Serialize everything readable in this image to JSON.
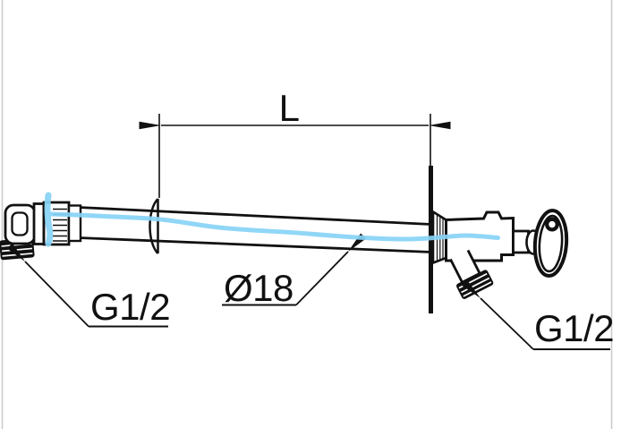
{
  "page": {
    "background_color": "#ffffff",
    "frame_border_color": "#cbcbcb"
  },
  "drawing": {
    "ink_color": "#111111",
    "highlight_color": "#87d3f6",
    "labels": {
      "length_dim": "L",
      "diameter_dim": "Ø18",
      "thread_inlet": "G1/2",
      "thread_outlet": "G1/2"
    }
  }
}
